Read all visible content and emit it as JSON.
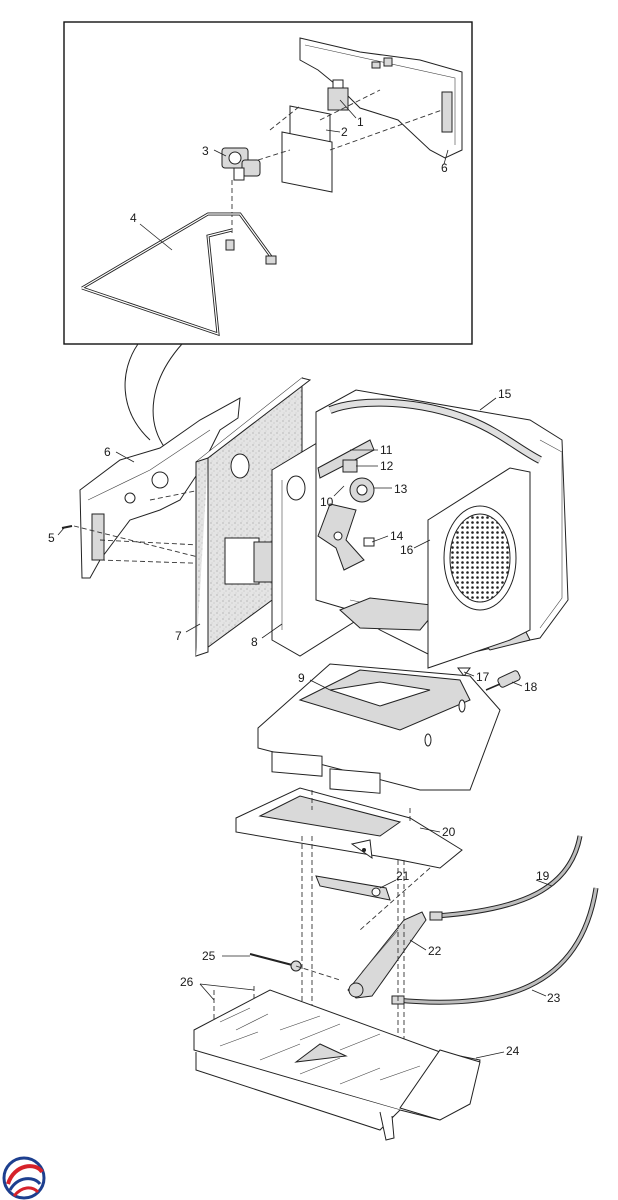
{
  "diagram": {
    "callouts": [
      "1",
      "2",
      "3",
      "4",
      "5",
      "6",
      "7",
      "8",
      "9",
      "10",
      "11",
      "12",
      "13",
      "14",
      "15",
      "16",
      "17",
      "18",
      "19",
      "20",
      "21",
      "22",
      "23",
      "24",
      "25",
      "26",
      "6"
    ]
  },
  "logo": {
    "icon": "brand-swirl-logo",
    "colors": [
      "#1d3f8f",
      "#d6222a"
    ]
  }
}
